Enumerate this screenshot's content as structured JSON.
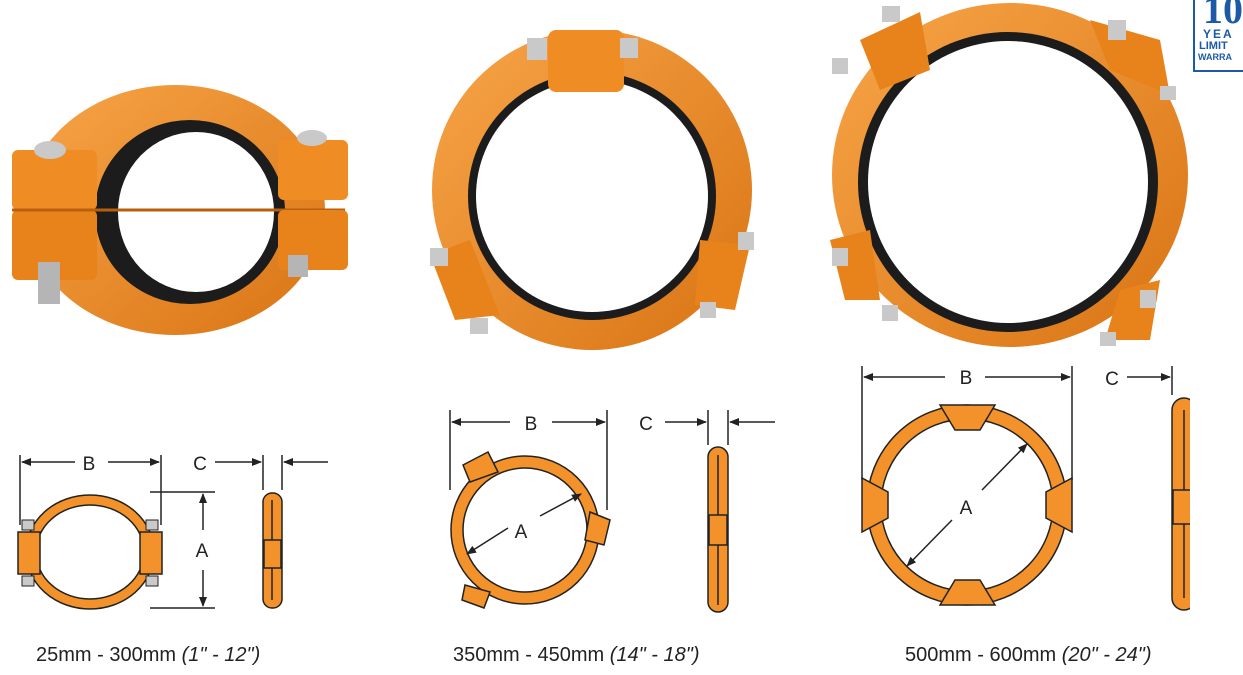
{
  "badge": {
    "number": "10",
    "line1": "YEA",
    "line2": "LIMIT",
    "line3": "WARRA"
  },
  "dims": {
    "a": "A",
    "b": "B",
    "c": "C"
  },
  "captions": [
    {
      "size": "25mm - 300mm",
      "inches": "(1\" - 12\")"
    },
    {
      "size": "350mm - 450mm",
      "inches": "(14\" - 18\")"
    },
    {
      "size": "500mm - 600mm",
      "inches": "(20\" - 24\")"
    }
  ],
  "colors": {
    "orange": "#f3922a",
    "orange_dark": "#d97414",
    "gasket": "#222222",
    "line": "#222222",
    "badge_blue": "#1d5aa6"
  }
}
